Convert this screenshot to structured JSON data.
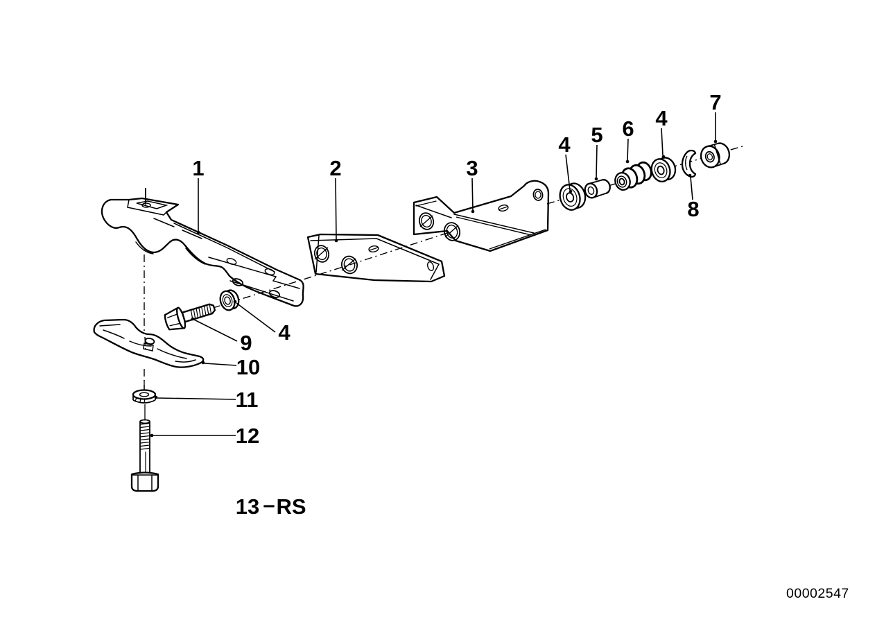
{
  "diagram": {
    "colors": {
      "background": "#ffffff",
      "ink": "#000000"
    },
    "stamp": "00002547",
    "note": {
      "number": "13",
      "separator": "–",
      "code": "RS"
    },
    "callouts": [
      {
        "id": "callout-1",
        "label": "1"
      },
      {
        "id": "callout-2",
        "label": "2"
      },
      {
        "id": "callout-3",
        "label": "3"
      },
      {
        "id": "callout-4-washer-right",
        "label": "4"
      },
      {
        "id": "callout-5",
        "label": "5"
      },
      {
        "id": "callout-6",
        "label": "6"
      },
      {
        "id": "callout-4-washer-outer",
        "label": "4"
      },
      {
        "id": "callout-7",
        "label": "7"
      },
      {
        "id": "callout-8",
        "label": "8"
      },
      {
        "id": "callout-9",
        "label": "9"
      },
      {
        "id": "callout-4-washer-bolt",
        "label": "4"
      },
      {
        "id": "callout-10",
        "label": "10"
      },
      {
        "id": "callout-11",
        "label": "11"
      },
      {
        "id": "callout-12",
        "label": "12"
      }
    ]
  }
}
